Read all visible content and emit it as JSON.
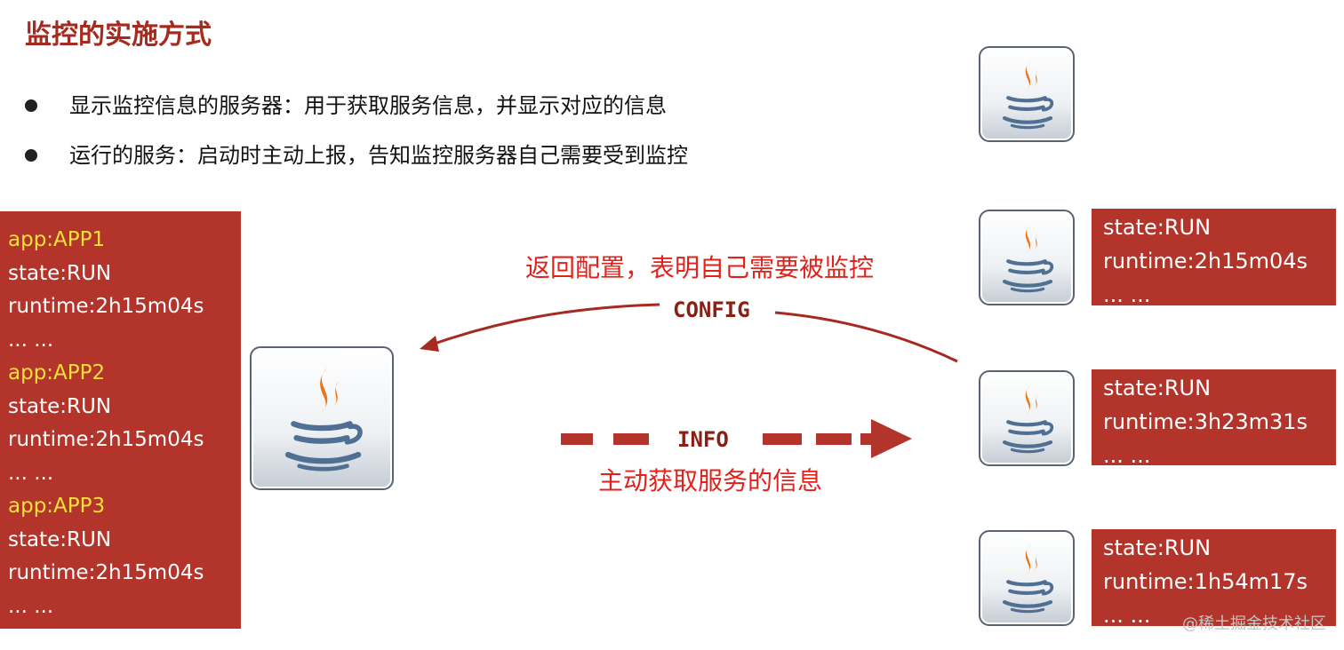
{
  "title": "监控的实施方式",
  "bullets": [
    "显示监控信息的服务器：用于获取服务信息，并显示对应的信息",
    "运行的服务：启动时主动上报，告知监控服务器自己需要受到监控"
  ],
  "server_panel": {
    "lines": [
      "app:APP1",
      "state:RUN",
      "runtime:2h15m04s",
      "... ...",
      "app:APP2",
      "state:RUN",
      "runtime:2h15m04s",
      "... ...",
      "app:APP3",
      "state:RUN",
      "runtime:2h15m04s",
      "... ..."
    ]
  },
  "services": [
    {
      "status": null
    },
    {
      "status": {
        "state": "state:RUN",
        "runtime": "runtime:2h15m04s",
        "more": "... ..."
      }
    },
    {
      "status": {
        "state": "state:RUN",
        "runtime": "runtime:3h23m31s",
        "more": "... ..."
      }
    },
    {
      "status": {
        "state": "state:RUN",
        "runtime": "runtime:1h54m17s",
        "more": "... ..."
      }
    }
  ],
  "config_arrow": {
    "caption": "返回配置，表明自己需要被监控",
    "label": "CONFIG"
  },
  "info_arrow": {
    "label": "INFO",
    "caption": "主动获取服务的信息"
  },
  "watermark": "@稀土掘金技术社区",
  "colors": {
    "title": "#a52a1f",
    "panel": "#b2342a",
    "app_label": "#f5e03a",
    "caption": "#e0221b",
    "arrow": "#a52a1f",
    "flame": "#e8761f",
    "cup": "#4f6f93"
  },
  "icons": {
    "service": "java-coffee-cup-icon"
  }
}
